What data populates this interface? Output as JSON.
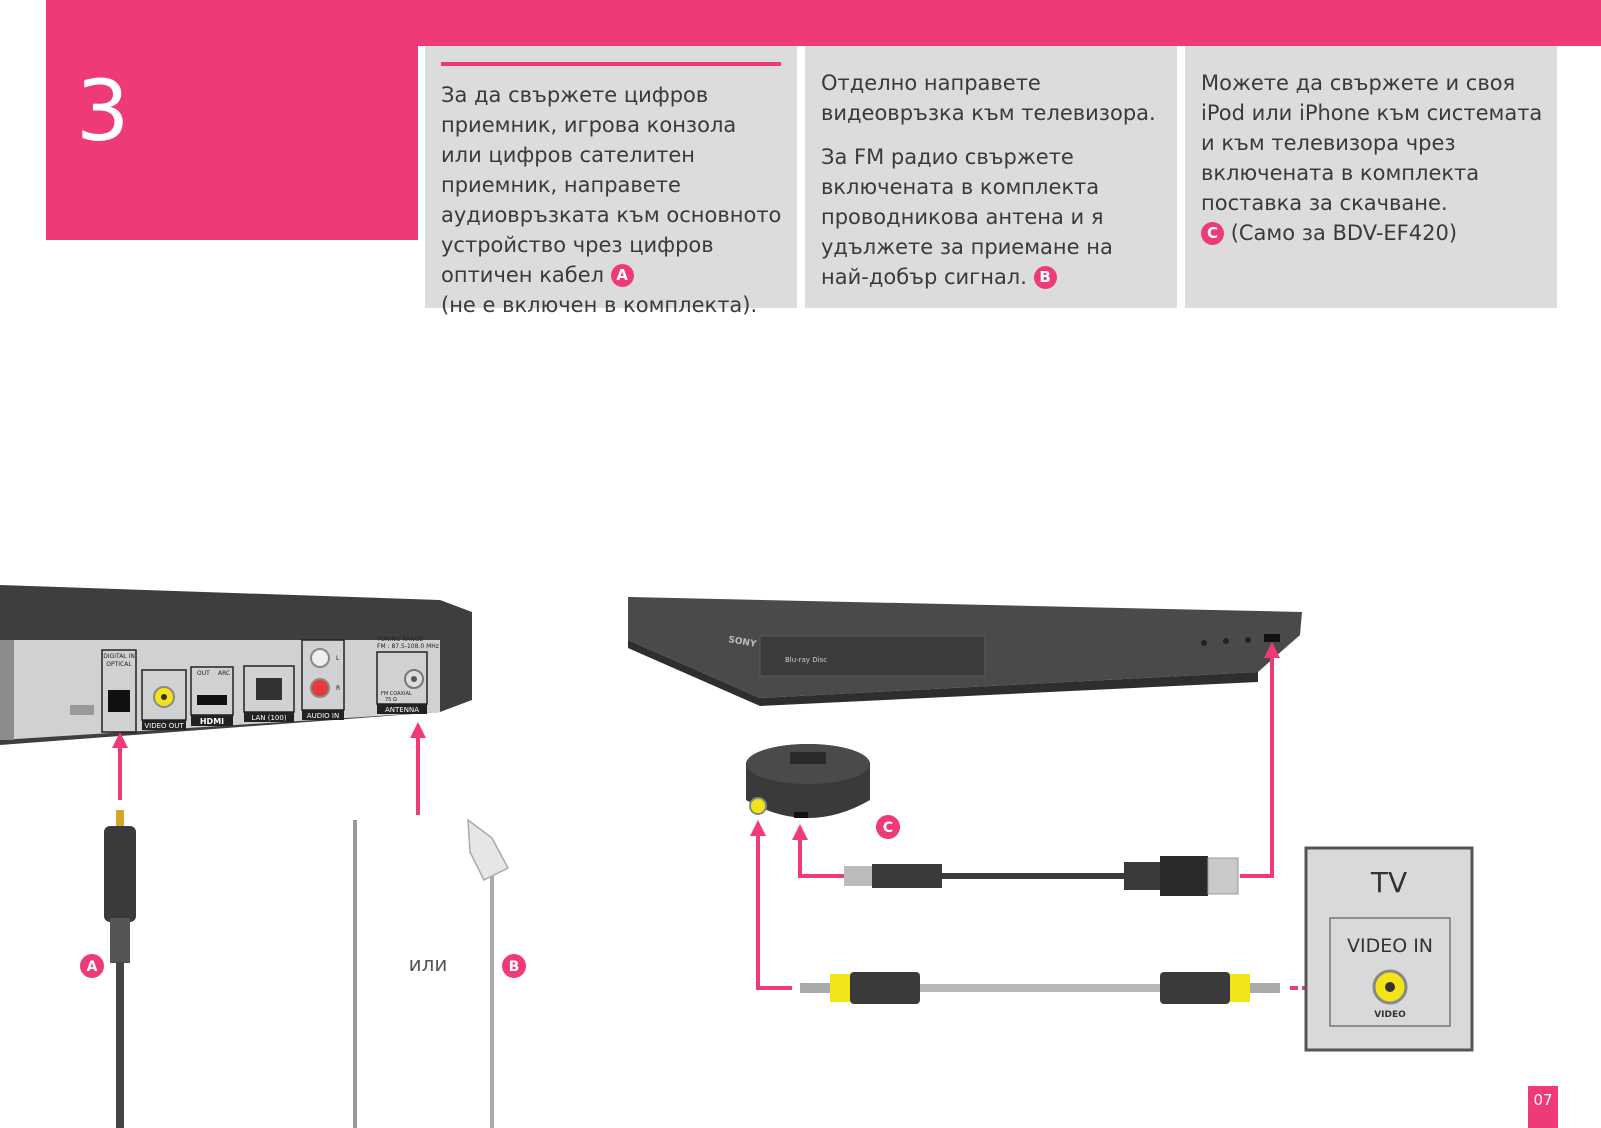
{
  "step": {
    "number": "3"
  },
  "panels": {
    "p1": {
      "text": "За да свържете цифров приемник, игрова конзола или цифров сателитен приемник, направете аудиовръзката към основното устройство чрез цифров оптичен кабел",
      "bullet": "A",
      "note": "(не е включен в комплекта)."
    },
    "p2": {
      "text1": "Отделно направете видеовръзка към телевизора.",
      "text2": "За FM радио свържете включената в комплекта проводникова антена и я удължете за приемане на най-добър сигнал.",
      "bullet": "B"
    },
    "p3": {
      "text": "Можете да свържете и своя iPod или iPhone към системата и към телевизора чрез включената в комплекта поставка за скачване.",
      "bullet": "C",
      "note": "(Само за BDV-EF420)"
    }
  },
  "diagram": {
    "ports": {
      "digital_in": "DIGITAL IN",
      "optical": "OPTICAL",
      "video_out": "VIDEO OUT",
      "hdmi_out": "OUT",
      "hdmi_arc": "ARC",
      "hdmi": "HDMI",
      "lan": "LAN (100)",
      "audio_in": "AUDIO IN",
      "l": "L",
      "r": "R",
      "tuning_range": "TUNING RANGE",
      "fm_range": "FM : 87.5-108.0 MHz",
      "fm_coaxial": "FM COAXIAL",
      "ohm": "75 Ω",
      "antenna": "ANTENNA"
    },
    "brand": "SONY",
    "bluray": "Blu-ray Disc",
    "markers": {
      "a": "A",
      "b": "B",
      "c": "C"
    },
    "or_text": "или",
    "tv": {
      "title": "TV",
      "video_in": "VIDEO IN",
      "video": "VIDEO"
    }
  },
  "page": {
    "number": "07"
  },
  "colors": {
    "accent": "#ef3a7a",
    "panel": "#dcdcdd",
    "device": "#4a4a4c"
  }
}
